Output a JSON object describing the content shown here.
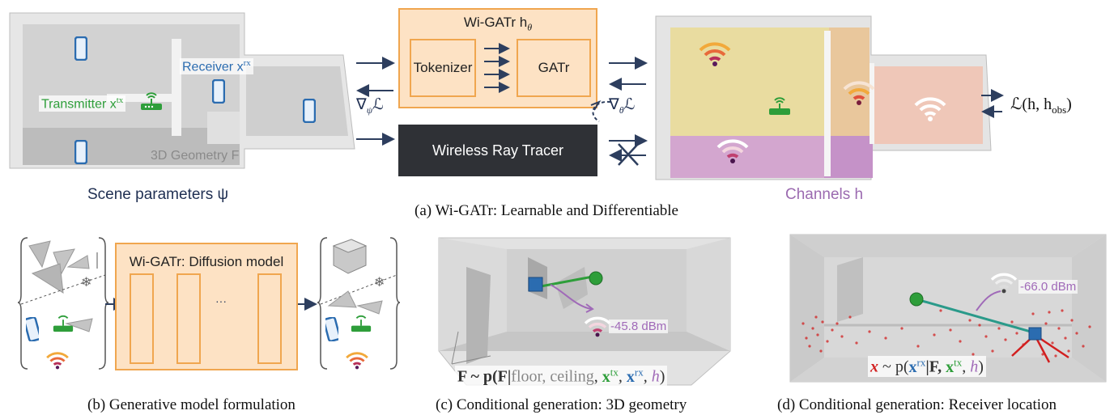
{
  "panel_a": {
    "caption": "(a) Wi-GATr: Learnable and Differentiable",
    "receiver_label": "Receiver x",
    "receiver_sup": "rx",
    "transmitter_label": "Transmitter x",
    "transmitter_sup": "tx",
    "geometry_label": "3D Geometry F",
    "scene_params_label": "Scene parameters ψ",
    "wigatr_title": "Wi-GATr h",
    "wigatr_sub": "θ",
    "tokenizer_label": "Tokenizer",
    "gatr_label": "GATr",
    "ray_tracer_label": "Wireless Ray Tracer",
    "grad_psi": "∇",
    "grad_psi_sub": "ψ",
    "grad_psi_L": "ℒ",
    "grad_theta": "∇",
    "grad_theta_sub": "θ",
    "grad_theta_L": "ℒ",
    "loss_label": "ℒ(h, h",
    "loss_sub": "obs",
    "loss_close": ")",
    "channels_label": "Channels h"
  },
  "panel_b": {
    "caption": "(b) Generative model formulation",
    "diffusion_title": "Wi-GATr: Diffusion model",
    "ellipsis": "···"
  },
  "panel_c": {
    "caption": "(c) Conditional generation: 3D geometry",
    "dbm": "-45.8 dBm",
    "formula_lhs": "F ~ p(F|",
    "formula_mid": "floor, ceiling",
    "formula_tx": "x",
    "formula_tx_sup": "tx",
    "formula_rx": "x",
    "formula_rx_sup": "rx",
    "formula_h": "h",
    "formula_close": ")"
  },
  "panel_d": {
    "caption": "(d) Conditional generation: Receiver location",
    "dbm": "-66.0 dBm",
    "formula_x": "x",
    "formula_mid": " ~ p(",
    "formula_rx": "x",
    "formula_rx_sup": "rx",
    "formula_F": "|F, ",
    "formula_tx": "x",
    "formula_tx_sup": "tx",
    "formula_h": "h",
    "formula_close": ")"
  },
  "colors": {
    "orange_fill": "#fde2c4",
    "orange_border": "#f0a64f",
    "navy": "#1f2f52",
    "green": "#2e9e3a",
    "blue": "#2b6cb0",
    "purple": "#a06ab8",
    "red": "#d21f1f",
    "dark_box": "#2f3136"
  }
}
